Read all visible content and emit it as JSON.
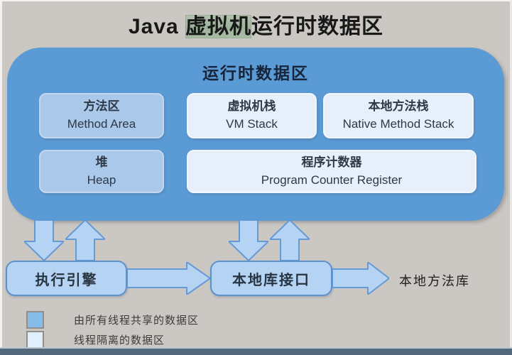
{
  "title": {
    "prefix": "Java ",
    "highlight": "虚拟机",
    "suffix": "运行时数据区"
  },
  "runtime_area": {
    "heading": "运行时数据区",
    "boxes": [
      {
        "id": "method-area",
        "zh": "方法区",
        "en": "Method Area",
        "type": "shared"
      },
      {
        "id": "vm-stack",
        "zh": "虚拟机栈",
        "en": "VM Stack",
        "type": "isolated"
      },
      {
        "id": "native-method-stack",
        "zh": "本地方法栈",
        "en": "Native Method Stack",
        "type": "isolated"
      },
      {
        "id": "heap",
        "zh": "堆",
        "en": "Heap",
        "type": "shared"
      },
      {
        "id": "pc-register",
        "zh": "程序计数器",
        "en": "Program Counter Register",
        "type": "isolated"
      }
    ]
  },
  "flow": {
    "engine_label": "执行引擎",
    "native_interface_label": "本地库接口",
    "native_library_label": "本地方法库"
  },
  "legend": [
    {
      "label": "由所有线程共享的数据区",
      "swatch_color": "#86bce9"
    },
    {
      "label": "线程隔离的数据区",
      "swatch_color": "#dff0fc"
    }
  ],
  "colors": {
    "page_background": "#cbc8c4",
    "container_blue": "#5b9bd5",
    "shared_box_fill": "#a9c8ea",
    "isolated_box_fill": "#e7effa",
    "flow_fill": "#b5d3f2",
    "flow_border": "#5f91cd",
    "title_highlight": "#9cb39a",
    "bottom_strip": "#54687c"
  }
}
